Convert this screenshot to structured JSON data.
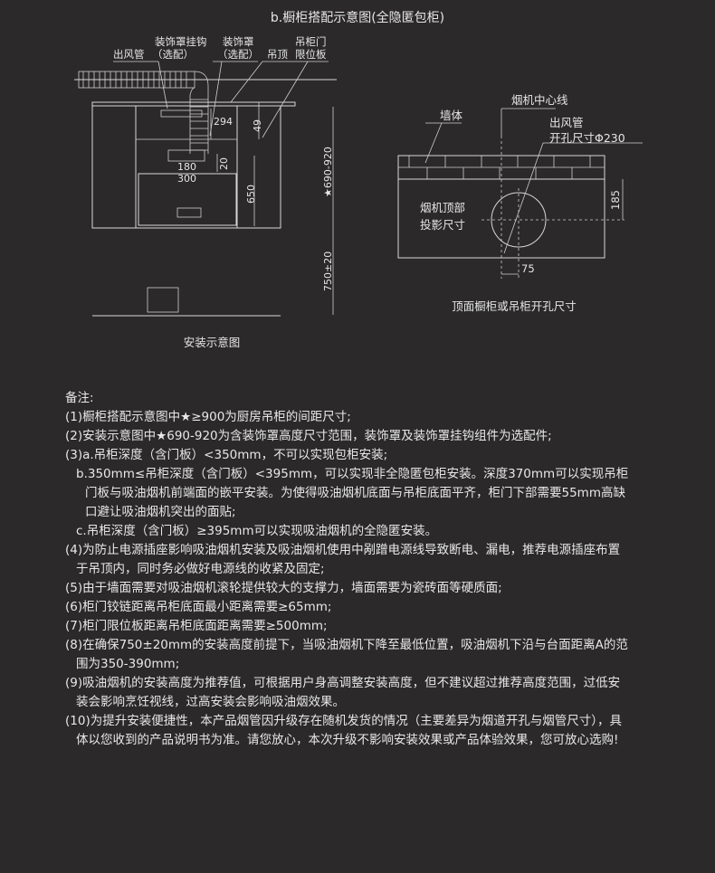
{
  "title": "b.橱柜搭配示意图(全隐匿包柜)",
  "install_diagram": {
    "caption": "安装示意图",
    "labels": {
      "duct": "出风管",
      "cover_hook": "装饰罩挂钩",
      "cover_hook_opt": "（选配）",
      "cover": "装饰罩",
      "cover_opt": "（选配）",
      "ceiling": "吊顶",
      "door_limit_1": "吊柜门",
      "door_limit_2": "限位板"
    },
    "dimensions": {
      "d294": "294",
      "d49": "49",
      "d180": "180",
      "d300": "300",
      "d20": "20",
      "d650": "650",
      "d690_920": "★690-920",
      "d750": "750±20"
    }
  },
  "top_diagram": {
    "caption": "顶面橱柜或吊柜开孔尺寸",
    "labels": {
      "centerline": "烟机中心线",
      "wall": "墙体",
      "duct_hole_1": "出风管",
      "duct_hole_2": "开孔尺寸Φ230",
      "projection_1": "烟机顶部",
      "projection_2": "投影尺寸"
    },
    "dimensions": {
      "d185": "185",
      "d75": "75"
    }
  },
  "notes": {
    "heading": "备注:",
    "lines": [
      {
        "text": "(1)橱柜搭配示意图中★≥900为厨房吊柜的间距尺寸;",
        "indent": 0
      },
      {
        "text": "(2)安装示意图中★690-920为含装饰罩高度尺寸范围，装饰罩及装饰罩挂钩组件为选配件;",
        "indent": 0
      },
      {
        "text": "(3)a.吊柜深度（含门板）<350mm，不可以实现包柜安装;",
        "indent": 0
      },
      {
        "text": "b.350mm≤吊柜深度（含门板）<395mm，可以实现非全隐匿包柜安装。深度370mm可以实现吊柜",
        "indent": 1
      },
      {
        "text": "门板与吸油烟机前端面的嵌平安装。为使得吸油烟机底面与吊柜底面平齐，柜门下部需要55mm高缺",
        "indent": 2
      },
      {
        "text": "口避让吸油烟机突出的面贴;",
        "indent": 2
      },
      {
        "text": "c.吊柜深度（含门板）≥395mm可以实现吸油烟机的全隐匿安装。",
        "indent": 1
      },
      {
        "text": "(4)为防止电源插座影响吸油烟机安装及吸油烟机使用中剐蹭电源线导致断电、漏电，推荐电源插座布置",
        "indent": 0
      },
      {
        "text": "于吊顶内，同时务必做好电源线的收紧及固定;",
        "indent": 1
      },
      {
        "text": "(5)由于墙面需要对吸油烟机滚轮提供较大的支撑力，墙面需要为瓷砖面等硬质面;",
        "indent": 0
      },
      {
        "text": "(6)柜门铰链距离吊柜底面最小距离需要≥65mm;",
        "indent": 0
      },
      {
        "text": "(7)柜门限位板距离吊柜底面距离需要≥500mm;",
        "indent": 0
      },
      {
        "text": "(8)在确保750±20mm的安装高度前提下，当吸油烟机下降至最低位置，吸油烟机下沿与台面距离A的范",
        "indent": 0
      },
      {
        "text": "围为350-390mm;",
        "indent": 1
      },
      {
        "text": "(9)吸油烟机的安装高度为推荐值，可根据用户身高调整安装高度，但不建议超过推荐高度范围，过低安",
        "indent": 0
      },
      {
        "text": "装会影响烹饪视线，过高安装会影响吸油烟效果。",
        "indent": 1
      },
      {
        "text": "(10)为提升安装便捷性，本产品烟管因升级存在随机发货的情况（主要差异为烟道开孔与烟管尺寸），具",
        "indent": 0
      },
      {
        "text": "体以您收到的产品说明书为准。请您放心，本次升级不影响安装效果或产品体验效果，您可放心选购!",
        "indent": 1
      }
    ]
  }
}
